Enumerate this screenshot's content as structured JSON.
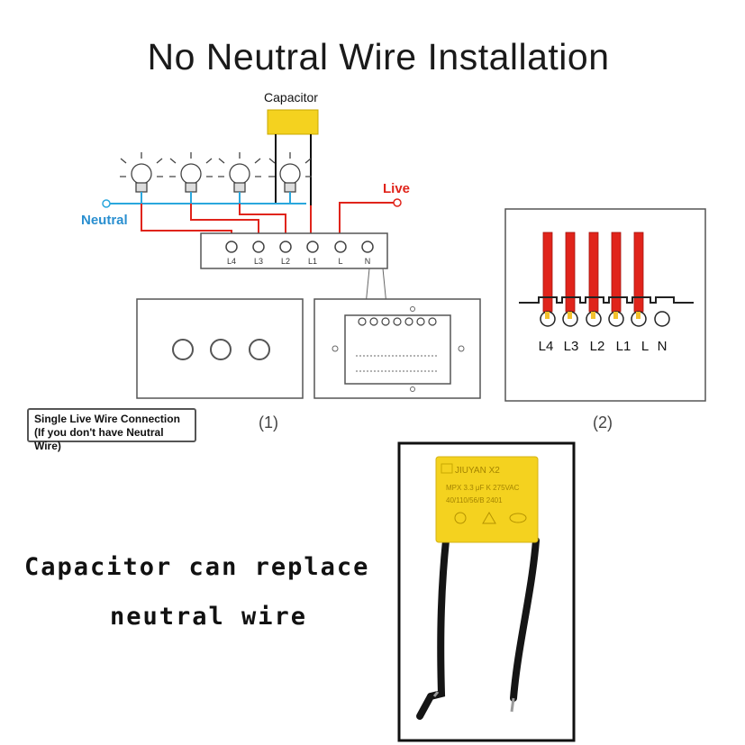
{
  "title": "No Neutral Wire Installation",
  "capacitor_label": "Capacitor",
  "live_label": "Live",
  "neutral_label": "Neutral",
  "terminals": [
    "L4",
    "L3",
    "L2",
    "L1",
    "L",
    "N"
  ],
  "note_box": {
    "line1": "Single Live Wire Connection",
    "line2": "(If you don't have Neutral Wire)"
  },
  "figure_labels": {
    "fig1": "(1)",
    "fig2": "(2)"
  },
  "caption": {
    "line1": "Capacitor can replace",
    "line2": "neutral wire"
  },
  "capacitor_markings": {
    "brand": "JIUYAN X2",
    "line1": "MPX 3.3 μF K 275VAC",
    "line2": "40/110/56/B 2401"
  },
  "colors": {
    "live_wire": "#e0241b",
    "neutral_wire": "#2aa7dd",
    "capacitor_yellow": "#f4d21f",
    "wire_black": "#151515"
  }
}
